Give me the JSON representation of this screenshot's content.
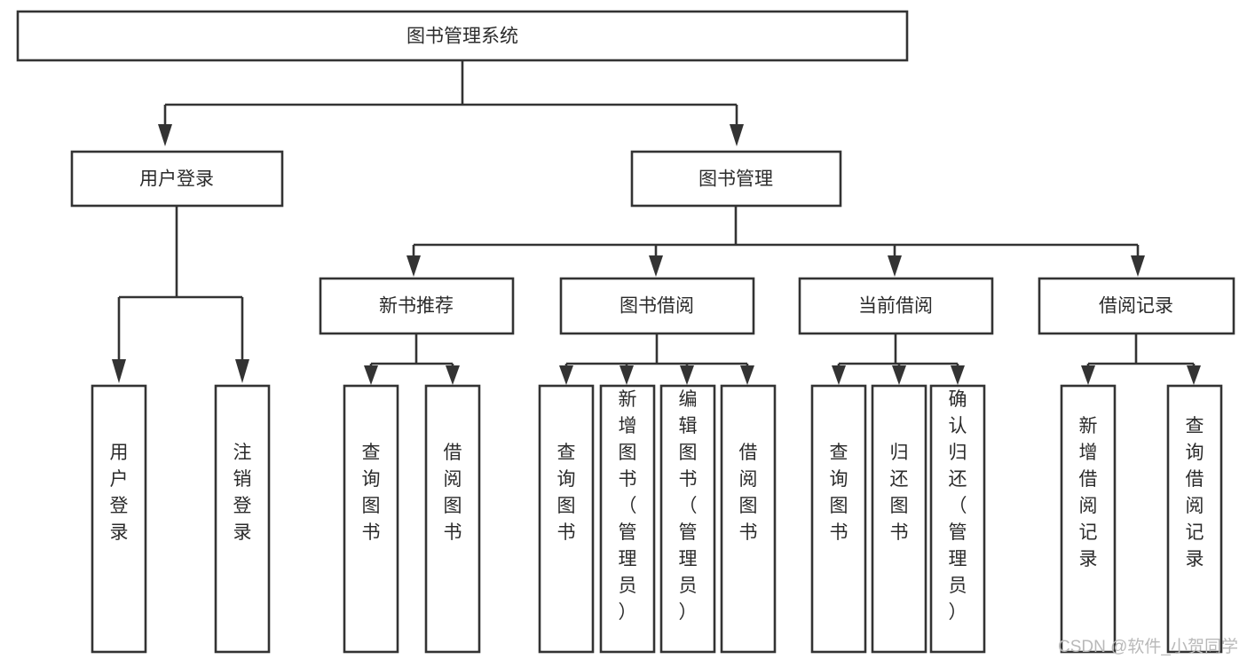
{
  "diagram": {
    "type": "tree",
    "title": "图书管理系统",
    "root": {
      "id": "root",
      "label": "图书管理系统"
    },
    "level1": [
      {
        "id": "user-login",
        "label": "用户登录"
      },
      {
        "id": "book-management",
        "label": "图书管理"
      }
    ],
    "level2": [
      {
        "id": "new-book-recommend",
        "label": "新书推荐",
        "parent": "book-management"
      },
      {
        "id": "book-borrow",
        "label": "图书借阅",
        "parent": "book-management"
      },
      {
        "id": "current-borrow",
        "label": "当前借阅",
        "parent": "book-management"
      },
      {
        "id": "borrow-record",
        "label": "借阅记录",
        "parent": "book-management"
      }
    ],
    "leaves": [
      {
        "id": "leaf-user-login",
        "label": "用户登录",
        "parent": "user-login"
      },
      {
        "id": "leaf-user-logout",
        "label": "注销登录",
        "parent": "user-login"
      },
      {
        "id": "leaf-query-book-1",
        "label": "查询图书",
        "parent": "new-book-recommend"
      },
      {
        "id": "leaf-borrow-book-1",
        "label": "借阅图书",
        "parent": "new-book-recommend"
      },
      {
        "id": "leaf-query-book-2",
        "label": "查询图书",
        "parent": "book-borrow"
      },
      {
        "id": "leaf-add-book",
        "label": "新增图书（管理员）",
        "parent": "book-borrow"
      },
      {
        "id": "leaf-edit-book",
        "label": "编辑图书（管理员）",
        "parent": "book-borrow"
      },
      {
        "id": "leaf-borrow-book-2",
        "label": "借阅图书",
        "parent": "book-borrow"
      },
      {
        "id": "leaf-query-book-3",
        "label": "查询图书",
        "parent": "current-borrow"
      },
      {
        "id": "leaf-return-book",
        "label": "归还图书",
        "parent": "current-borrow"
      },
      {
        "id": "leaf-confirm-return",
        "label": "确认归还（管理员）",
        "parent": "current-borrow"
      },
      {
        "id": "leaf-add-record",
        "label": "新增借阅记录",
        "parent": "borrow-record"
      },
      {
        "id": "leaf-query-record",
        "label": "查询借阅记录",
        "parent": "borrow-record"
      }
    ]
  },
  "watermark": {
    "text": "CSDN @软件_小贺同学"
  },
  "colors": {
    "stroke": "#333333",
    "box_fill": "#ffffff",
    "text": "#2b2b2b",
    "watermark": "#b9b9b9",
    "background": "#ffffff"
  }
}
